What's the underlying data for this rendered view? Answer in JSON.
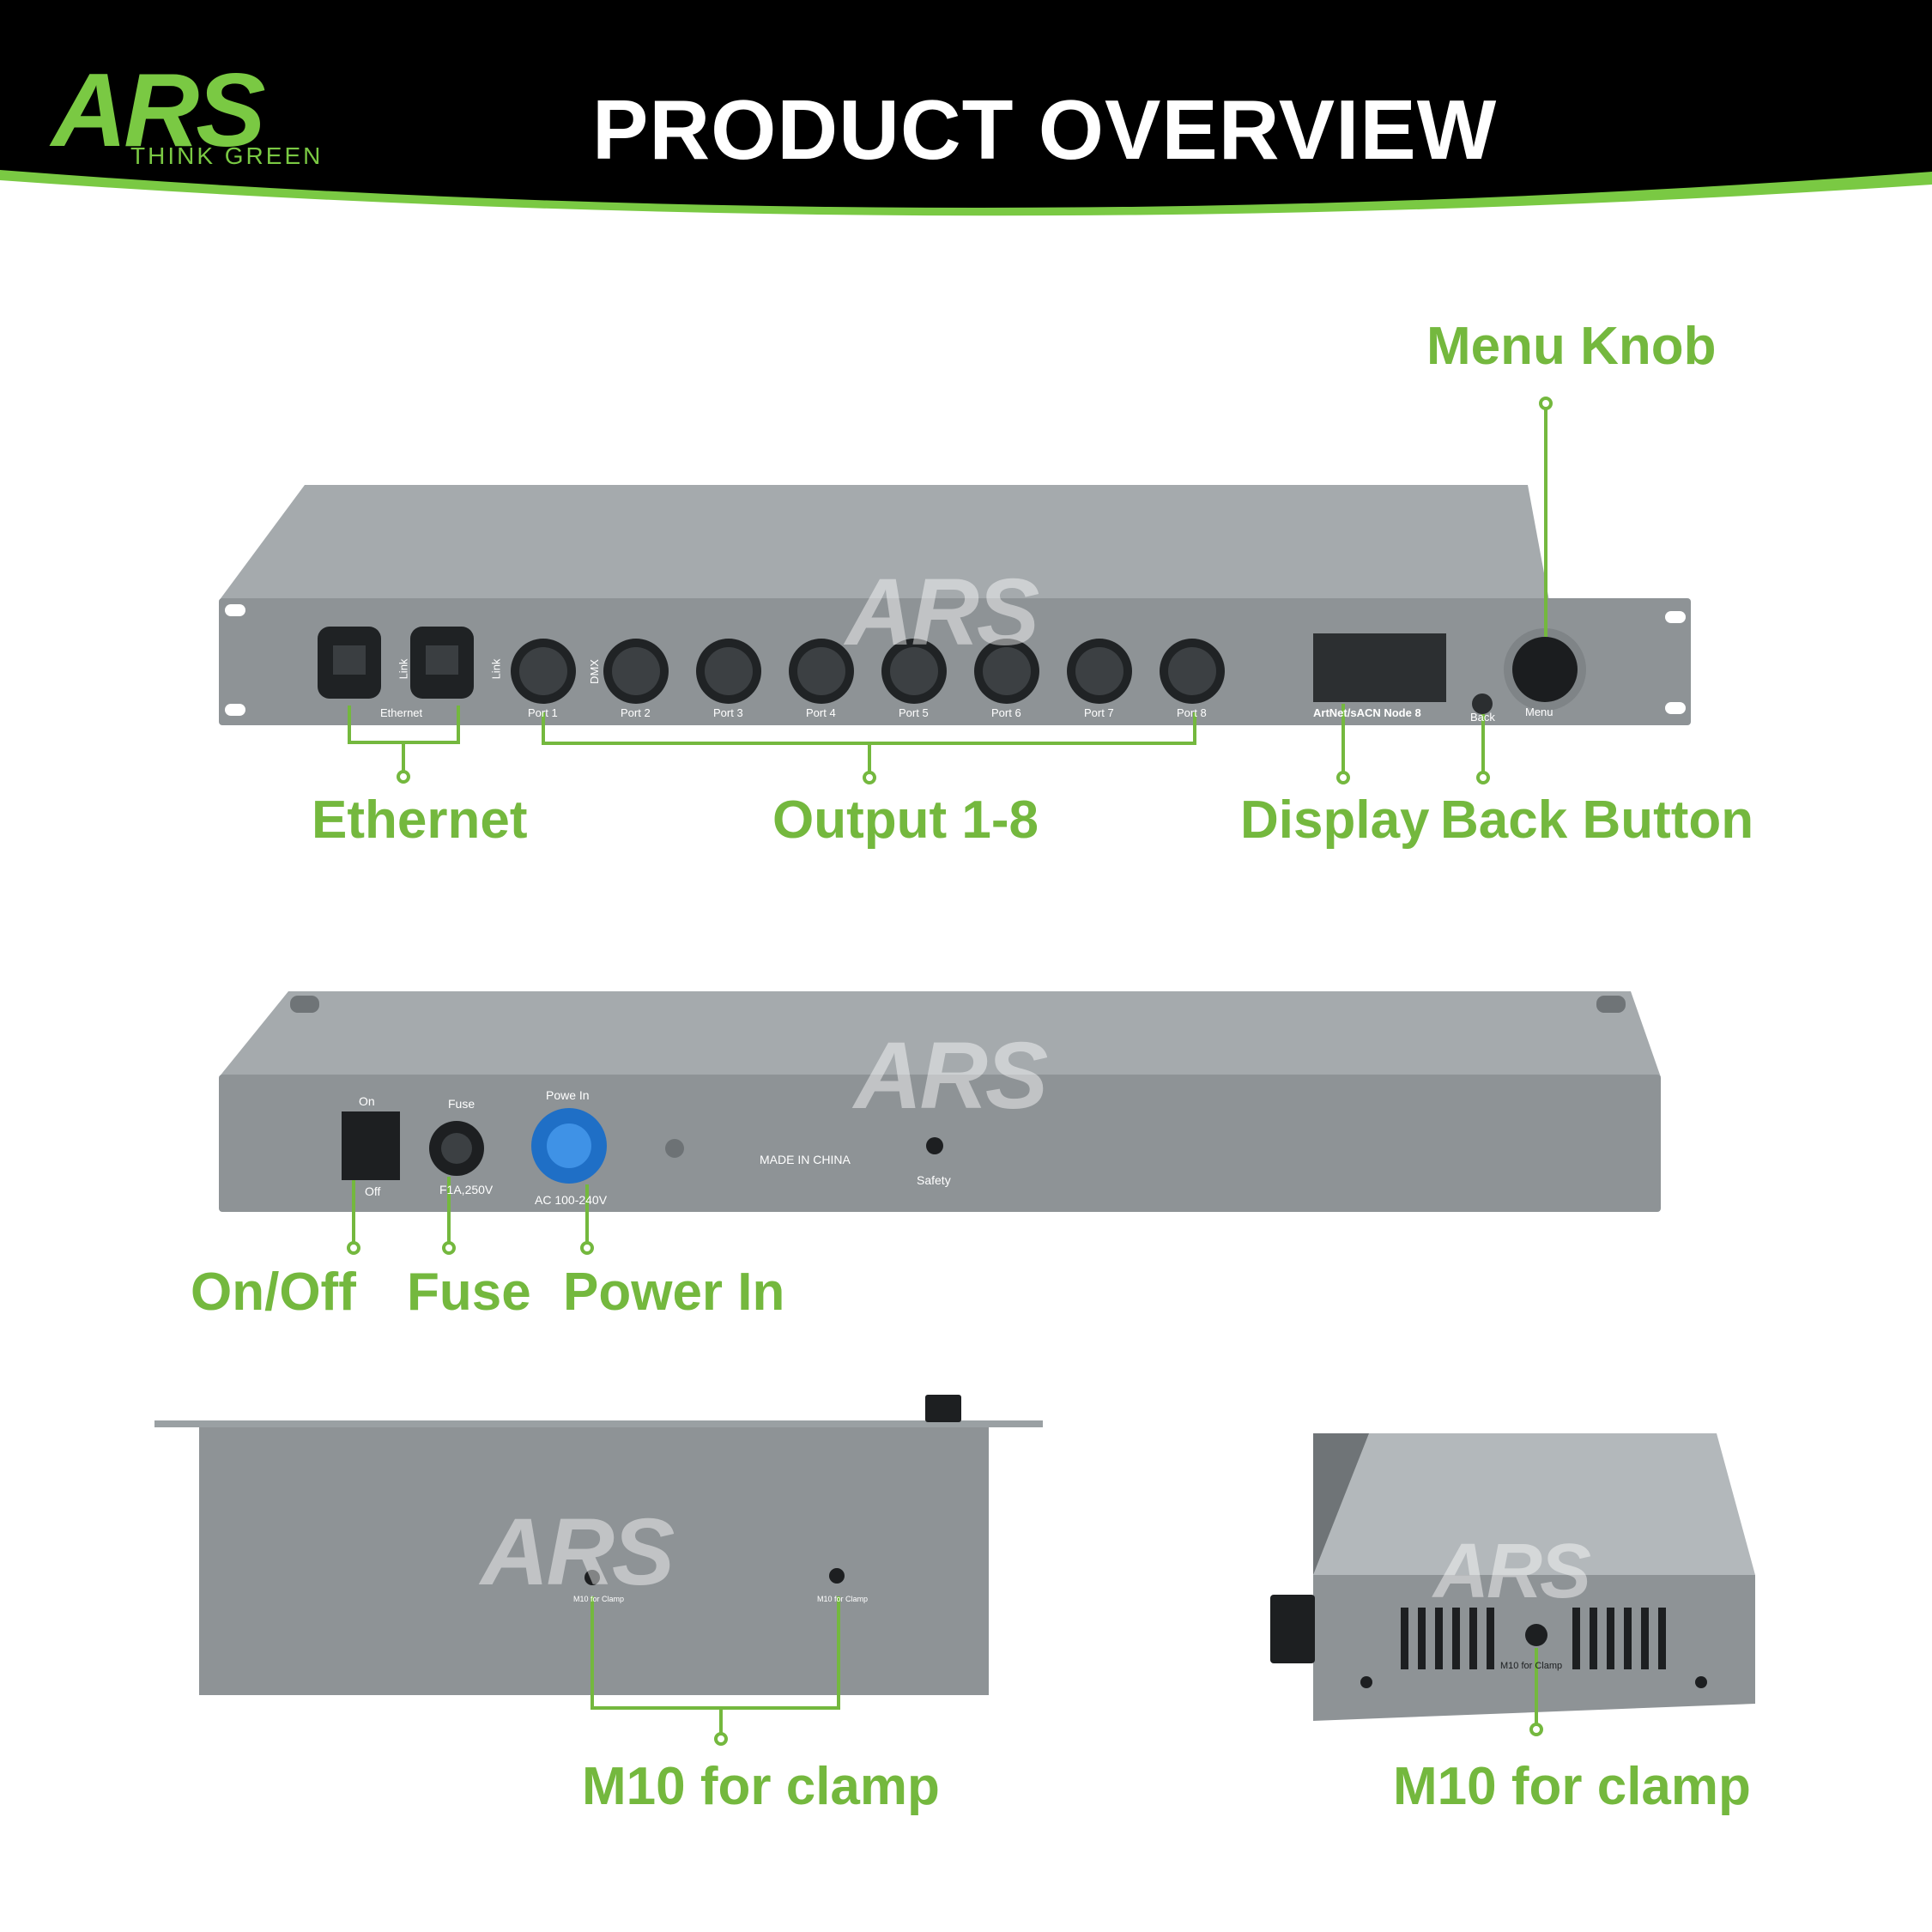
{
  "header": {
    "title": "PRODUCT OVERVIEW",
    "logo_main": "ARS",
    "logo_tagline": "THINK GREEN"
  },
  "watermark": "ARS",
  "front_panel": {
    "ethernet_group_label": "Ethernet",
    "link_labels": [
      "Link",
      "Link"
    ],
    "port_labels": [
      "Port 1",
      "Port 2",
      "Port 3",
      "Port 4",
      "Port 5",
      "Port 6",
      "Port 7",
      "Port 8"
    ],
    "dmx_label": "DMX",
    "model_text": "ArtNet/sACN Node 8",
    "back_text": "Back",
    "menu_text": "Menu"
  },
  "rear_panel": {
    "on_text": "On",
    "off_text": "Off",
    "fuse_text": "Fuse",
    "fuse_rating": "F1A,250V",
    "power_in_text": "Powe In",
    "voltage_text": "AC 100-240V",
    "made_in": "MADE IN CHINA",
    "safety_text": "Safety"
  },
  "side_panel": {
    "clamp_text_1": "M10 for Clamp",
    "clamp_text_2": "M10 for Clamp",
    "clamp_text_3": "M10 for Clamp"
  },
  "callouts": {
    "menu_knob": "Menu Knob",
    "ethernet": "Ethernet",
    "output": "Output 1-8",
    "display": "Display",
    "back_button": "Back Button",
    "on_off": "On/Off",
    "fuse": "Fuse",
    "power_in": "Power In",
    "m10_left": "M10 for clamp",
    "m10_right": "M10 for clamp"
  },
  "colors": {
    "accent_green": "#74b83e",
    "banner_black": "#000000",
    "panel_grey": "#8e9396"
  }
}
